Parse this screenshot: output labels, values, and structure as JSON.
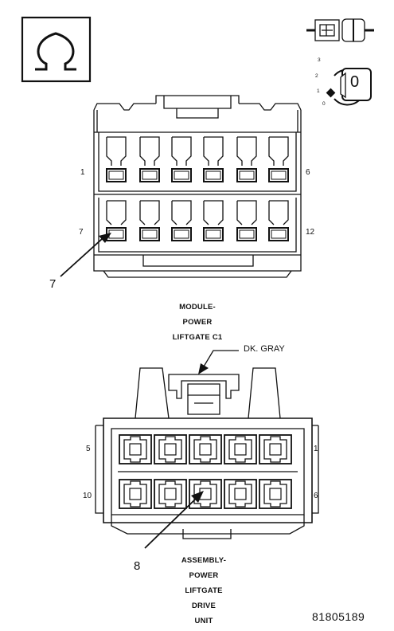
{
  "legend": {
    "ohm_icon": "ohm-symbol-icon",
    "connector_icon": "connector-plug-icon",
    "ignition_icon": "ignition-key-icon",
    "key_positions": [
      "3",
      "2",
      "1",
      "0"
    ],
    "key_label": "0"
  },
  "top_connector": {
    "callout": "7",
    "pin_left_top": "1",
    "pin_right_top": "6",
    "pin_left_bottom": "7",
    "pin_right_bottom": "12",
    "caption": [
      "MODULE-",
      "POWER",
      "LIFTGATE C1"
    ],
    "color_label": "DK. GRAY"
  },
  "bottom_connector": {
    "callout": "8",
    "pin_left_top": "5",
    "pin_right_top": "1",
    "pin_left_bottom": "10",
    "pin_right_bottom": "6",
    "caption": [
      "ASSEMBLY-",
      "POWER",
      "LIFTGATE",
      "DRIVE",
      "UNIT"
    ]
  },
  "figure_number": "81805189",
  "colors": {
    "line": "#111111",
    "background": "#ffffff"
  }
}
